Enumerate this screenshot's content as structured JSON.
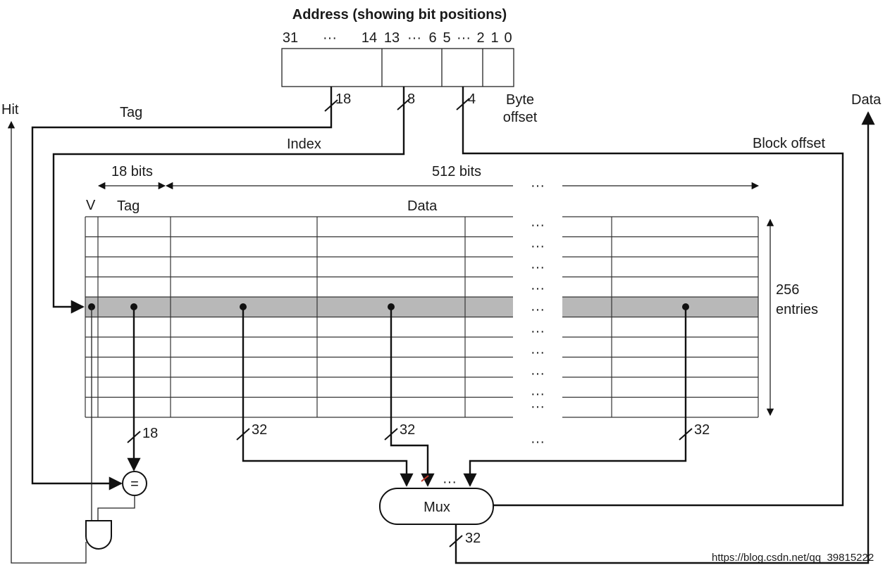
{
  "title": "Address (showing bit positions)",
  "bit_positions": {
    "b31": "31",
    "ellipsis1": "···",
    "b14": "14",
    "b13": "13",
    "ellipsis2": "···",
    "b6": "6",
    "b5": "5",
    "ellipsis3": "···",
    "b2": "2",
    "b1": "1",
    "b0": "0"
  },
  "address_fields": {
    "tag": {
      "label": "Tag",
      "width": "18"
    },
    "index": {
      "label": "Index",
      "width": "8"
    },
    "block_offset": {
      "label": "Block offset",
      "width": "4"
    },
    "byte_offset": {
      "label_line1": "Byte",
      "label_line2": "offset"
    }
  },
  "outputs": {
    "hit": "Hit",
    "data": "Data"
  },
  "cache": {
    "tag_width_label": "18 bits",
    "data_width_label": "512 bits",
    "col_v": "V",
    "col_tag": "Tag",
    "col_data": "Data",
    "entries_line1": "256",
    "entries_line2": "entries",
    "ellipsis": "···"
  },
  "bus_widths": {
    "tag_out": "18",
    "word1": "32",
    "word2": "32",
    "word_last": "32",
    "mux_out": "32"
  },
  "comparator": {
    "symbol": "="
  },
  "mux": {
    "label": "Mux"
  },
  "watermark": "https://blog.csdn.net/qq_39815222"
}
